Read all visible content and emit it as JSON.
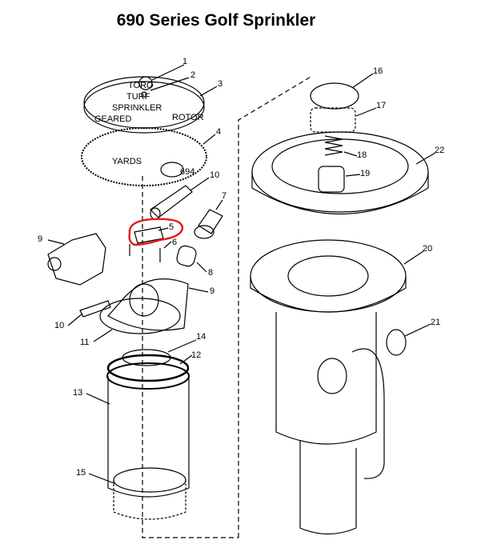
{
  "title": "690 Series Golf Sprinkler",
  "highlight_color": "#e02020",
  "part_labels": [
    "1",
    "2",
    "3",
    "4",
    "10",
    "7",
    "5",
    "6",
    "8",
    "9",
    "9",
    "10",
    "11",
    "14",
    "12",
    "13",
    "15",
    "16",
    "17",
    "18",
    "19",
    "22",
    "20",
    "21"
  ],
  "disc_text": {
    "top": "TORO",
    "turf": "TURF",
    "sprinkler": "SPRINKLER",
    "geared": "GEARED",
    "rotor": "ROTOR",
    "yards": "YARDS",
    "num": "694"
  }
}
